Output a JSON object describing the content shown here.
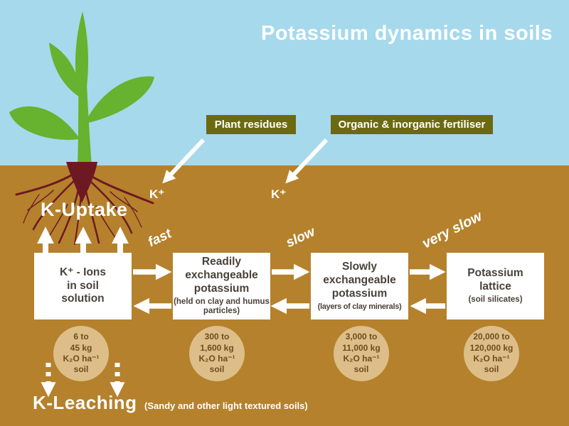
{
  "title": "Potassium dynamics in soils",
  "sources": {
    "plant_residues": "Plant residues",
    "fertiliser": "Organic & inorganic fertiliser"
  },
  "k_inputs": {
    "left": "K⁺",
    "right": "K⁺"
  },
  "uptake": "K-Uptake",
  "rates": {
    "fast": "fast",
    "slow": "slow",
    "very_slow": "very slow"
  },
  "pools": [
    {
      "lines": [
        "K⁺ - Ions",
        "in soil",
        "solution"
      ],
      "note": "",
      "amount": [
        "6 to",
        "45 kg",
        "K₂O ha⁻¹",
        "soil"
      ]
    },
    {
      "lines": [
        "Readily",
        "exchangeable",
        "potassium"
      ],
      "note": "(held on clay and humus particles)",
      "amount": [
        "300 to",
        "1,600 kg",
        "K₂O ha⁻¹",
        "soil"
      ]
    },
    {
      "lines": [
        "Slowly",
        "exchangeable",
        "potassium"
      ],
      "note": "(layers of clay minerals)",
      "amount": [
        "3,000 to",
        "11,000 kg",
        "K₂O ha⁻¹",
        "soil"
      ]
    },
    {
      "lines": [
        "Potassium",
        "lattice"
      ],
      "note": "(soil silicates)",
      "amount": [
        "20,000 to",
        "120,000 kg",
        "K₂O ha⁻¹",
        "soil"
      ]
    }
  ],
  "leaching": {
    "title": "K-Leaching",
    "note": "(Sandy and other light textured soils)"
  },
  "colors": {
    "sky": "#a6d9ec",
    "soil": "#b5812c",
    "source_box": "#6c6a10",
    "pool_circle": "#ddbe88",
    "roots": "#6e1823",
    "plant_green": "#67b22e",
    "box_text": "#4a423a",
    "circle_text": "#6f4c1d",
    "white": "#ffffff"
  }
}
